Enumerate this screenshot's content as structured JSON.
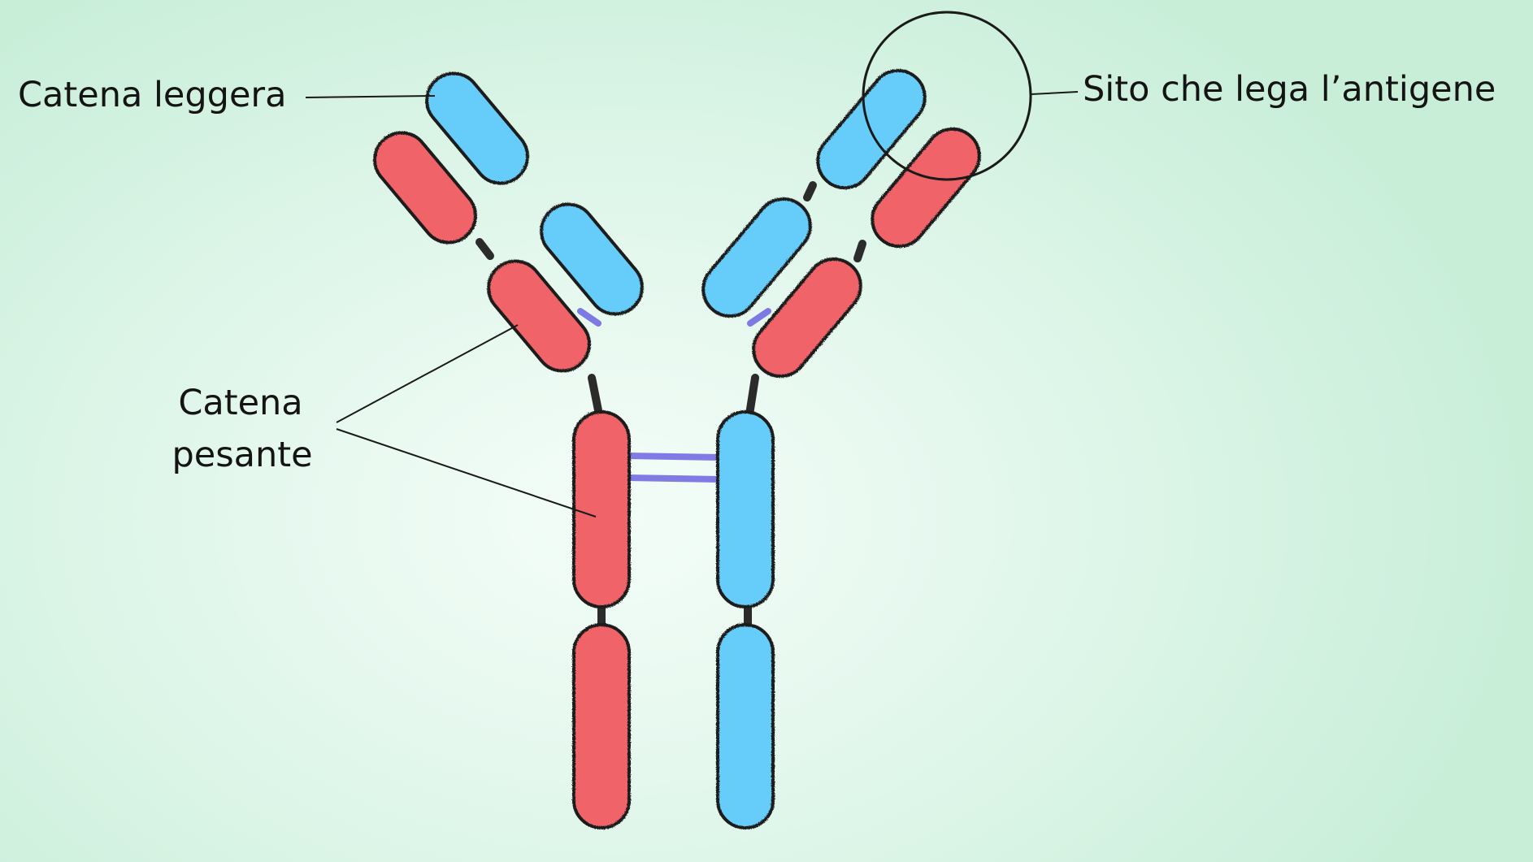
{
  "labels": {
    "light_chain": "Catena leggera",
    "heavy_chain_line1": "Catena",
    "heavy_chain_line2": "pesante",
    "antigen_site": "Sito che lega l’antigene"
  },
  "colors": {
    "heavy_chain": "#f06468",
    "light_chain": "#66ccfa",
    "disulfide_bond": "#5b4fe0",
    "outline": "#1c1c1c",
    "background": "#d6f4e2"
  }
}
